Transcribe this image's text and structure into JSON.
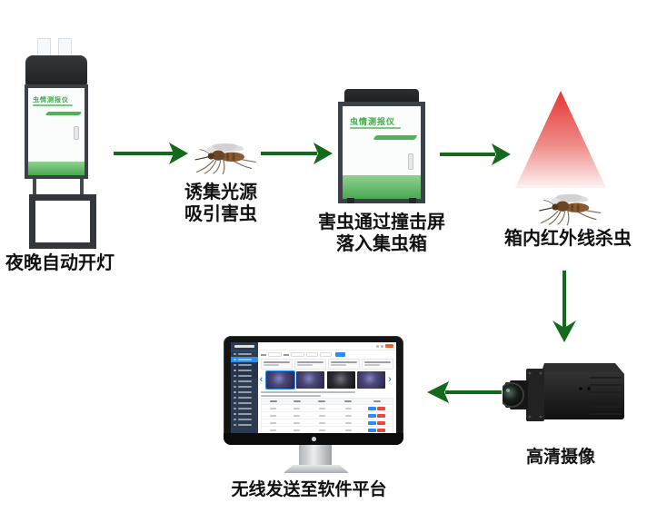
{
  "device": {
    "title": "虫情测报仪"
  },
  "steps": {
    "night_light": "夜晚自动开灯",
    "lure_line1": "诱集光源",
    "lure_line2": "吸引害虫",
    "impact_line1": "害虫通过撞击屏",
    "impact_line2": "落入集虫箱",
    "infrared": "箱内红外线杀虫",
    "camera": "高清摄像",
    "platform": "无线发送至软件平台"
  },
  "icons": {
    "chevron_left": "‹",
    "chevron_right": "›",
    "arrow": "solid-green-arrow",
    "mosquito": "mosquito",
    "infrared_beam": "red-gradient-triangle",
    "hd_camera": "box-camera",
    "monitor": "desktop-monitor"
  },
  "colors": {
    "arrow_green": "#15691c",
    "device_green": "#4db357",
    "accent_blue": "#2d8cf0",
    "button_red": "#e8483d",
    "infrared_red": "#e43632"
  }
}
